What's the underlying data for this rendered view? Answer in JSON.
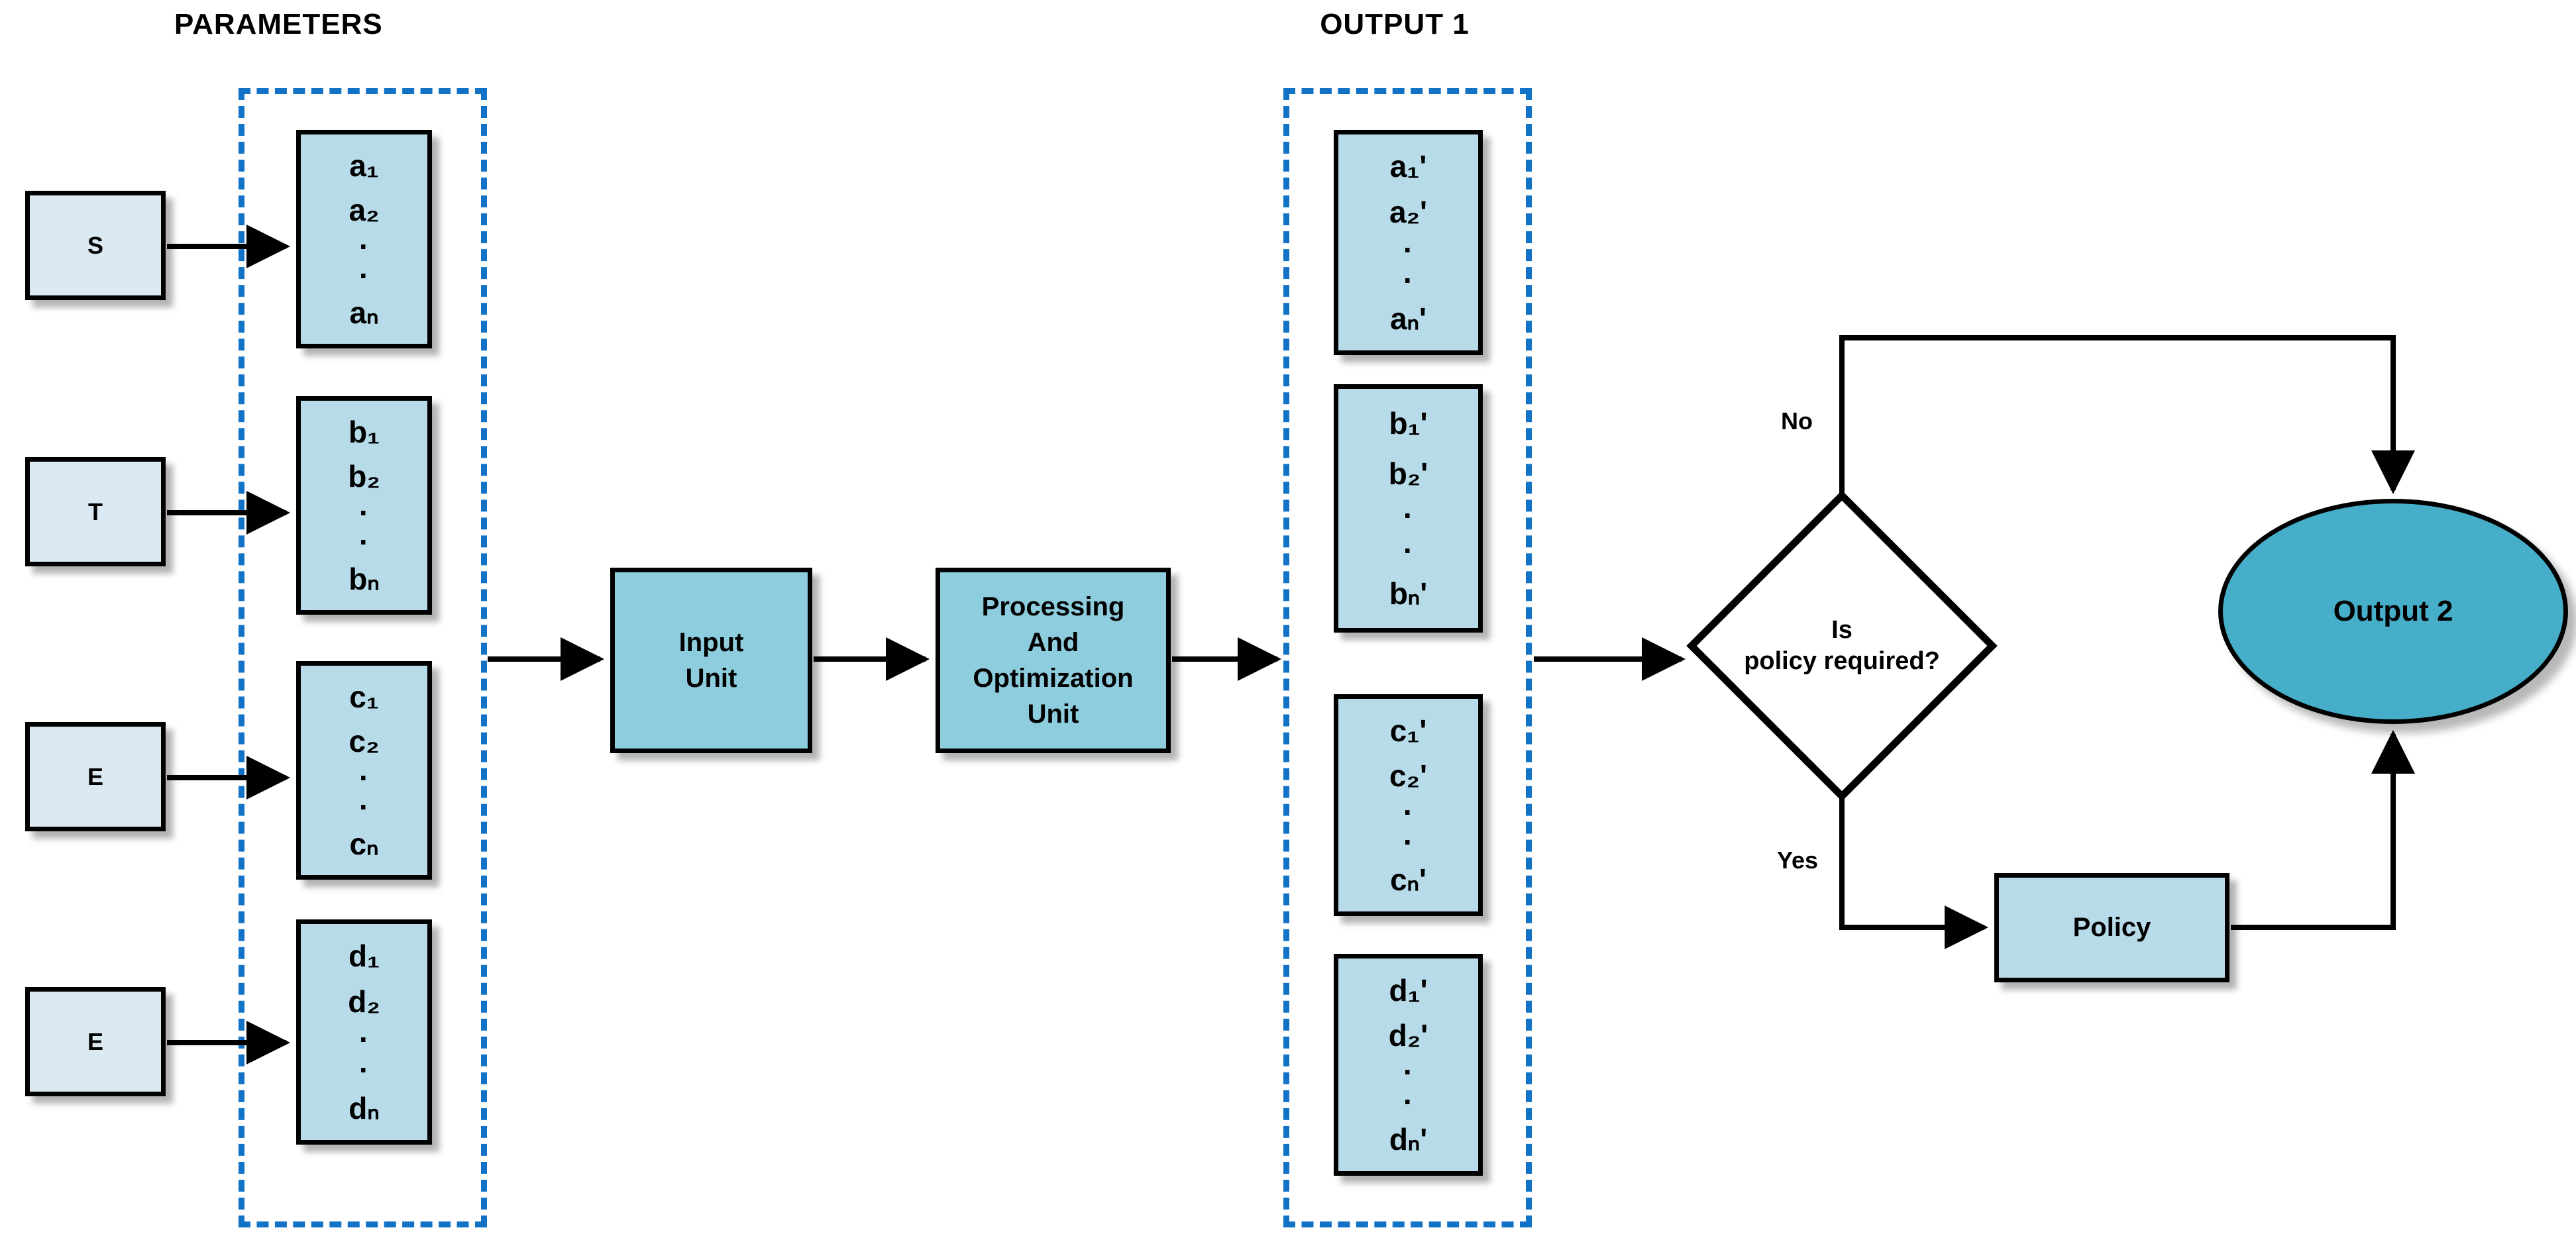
{
  "diagram": {
    "title_parameters": "PARAMETERS",
    "title_output1": "OUTPUT 1",
    "colors": {
      "source_fill": "#dbeaf2",
      "param_fill": "#b7dbe8",
      "unit_fill": "#8ecddd",
      "ellipse_fill": "#46aec8",
      "group_dash": "#1273c6",
      "stroke": "#000000"
    }
  },
  "sources": [
    {
      "label": "S"
    },
    {
      "label": "T"
    },
    {
      "label": "E"
    },
    {
      "label": "E"
    }
  ],
  "parameters": [
    {
      "name": "a-column",
      "rows": [
        "a₁",
        "a₂",
        "·",
        "·",
        "aₙ"
      ]
    },
    {
      "name": "b-column",
      "rows": [
        "b₁",
        "b₂",
        "·",
        "·",
        "bₙ"
      ]
    },
    {
      "name": "c-column",
      "rows": [
        "c₁",
        "c₂",
        "·",
        "·",
        "cₙ"
      ]
    },
    {
      "name": "d-column",
      "rows": [
        "d₁",
        "d₂",
        "·",
        "·",
        "dₙ"
      ]
    }
  ],
  "output1": [
    {
      "name": "a-prime-column",
      "rows": [
        "a₁'",
        "a₂'",
        "·",
        "·",
        "aₙ'"
      ]
    },
    {
      "name": "b-prime-column",
      "rows": [
        "b₁'",
        "b₂'",
        "·",
        "·",
        "bₙ'"
      ]
    },
    {
      "name": "c-prime-column",
      "rows": [
        "c₁'",
        "c₂'",
        "·",
        "·",
        "cₙ'"
      ]
    },
    {
      "name": "d-prime-column",
      "rows": [
        "d₁'",
        "d₂'",
        "·",
        "·",
        "dₙ'"
      ]
    }
  ],
  "units": {
    "input_unit": "Input\nUnit",
    "processing_unit": "Processing\nAnd\nOptimization\nUnit"
  },
  "decision": {
    "label": "Is\npolicy required?",
    "branch_no": "No",
    "branch_yes": "Yes"
  },
  "policy": {
    "label": "Policy"
  },
  "output2": {
    "label": "Output 2"
  }
}
